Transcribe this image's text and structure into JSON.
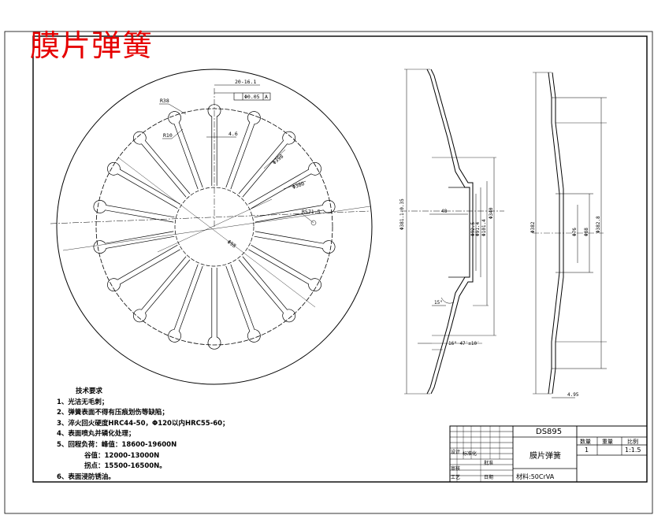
{
  "drawing": {
    "title": "膜片弹簧",
    "drawing_number": "DS895",
    "part_name": "膜片弹簧",
    "material": "材料:50CrVA",
    "quantity": "1",
    "scale": "1:1.5",
    "header_labels": [
      "数量",
      "重量",
      "比例"
    ]
  },
  "title_block_labels": {
    "row_designer": "设计",
    "row_checker": "审核",
    "row_process": "工艺",
    "standardize": "标准化",
    "approve": "批准",
    "date": "日期"
  },
  "technical_requirements": {
    "heading": "技术要求",
    "items": [
      "1、光洁无毛刺；",
      "2、弹簧表面不得有压痕划伤等缺陷；",
      "3、淬火回火硬度HRC44-50，Φ120以内HRC55-60；",
      "4、表面喷丸并磷化处理；",
      "5、回程负荷：峰值：18600-19600N",
      "谷值：12000-13000N",
      "拐点：15500-16500N。",
      "6、表面浸防锈油。"
    ]
  },
  "dimensions": {
    "front_view": [
      "R38",
      "R10",
      "4.6",
      "20-16.1",
      "Φ0.05",
      "A",
      "Φ398",
      "Φ380",
      "R571.5",
      "Φ98"
    ],
    "section_view": [
      "Φ381.1-0.35",
      "Φ340",
      "Φ92.5",
      "Φ91.4",
      "Φ101.4",
      "48",
      "15°",
      "16° 47′±10′"
    ],
    "side_view": [
      "Φ382",
      "Φ382.8",
      "Φ76",
      "Φ88",
      "4.95"
    ]
  },
  "colors": {
    "title": "#e60000",
    "lines": "#000000",
    "background": "#ffffff"
  }
}
